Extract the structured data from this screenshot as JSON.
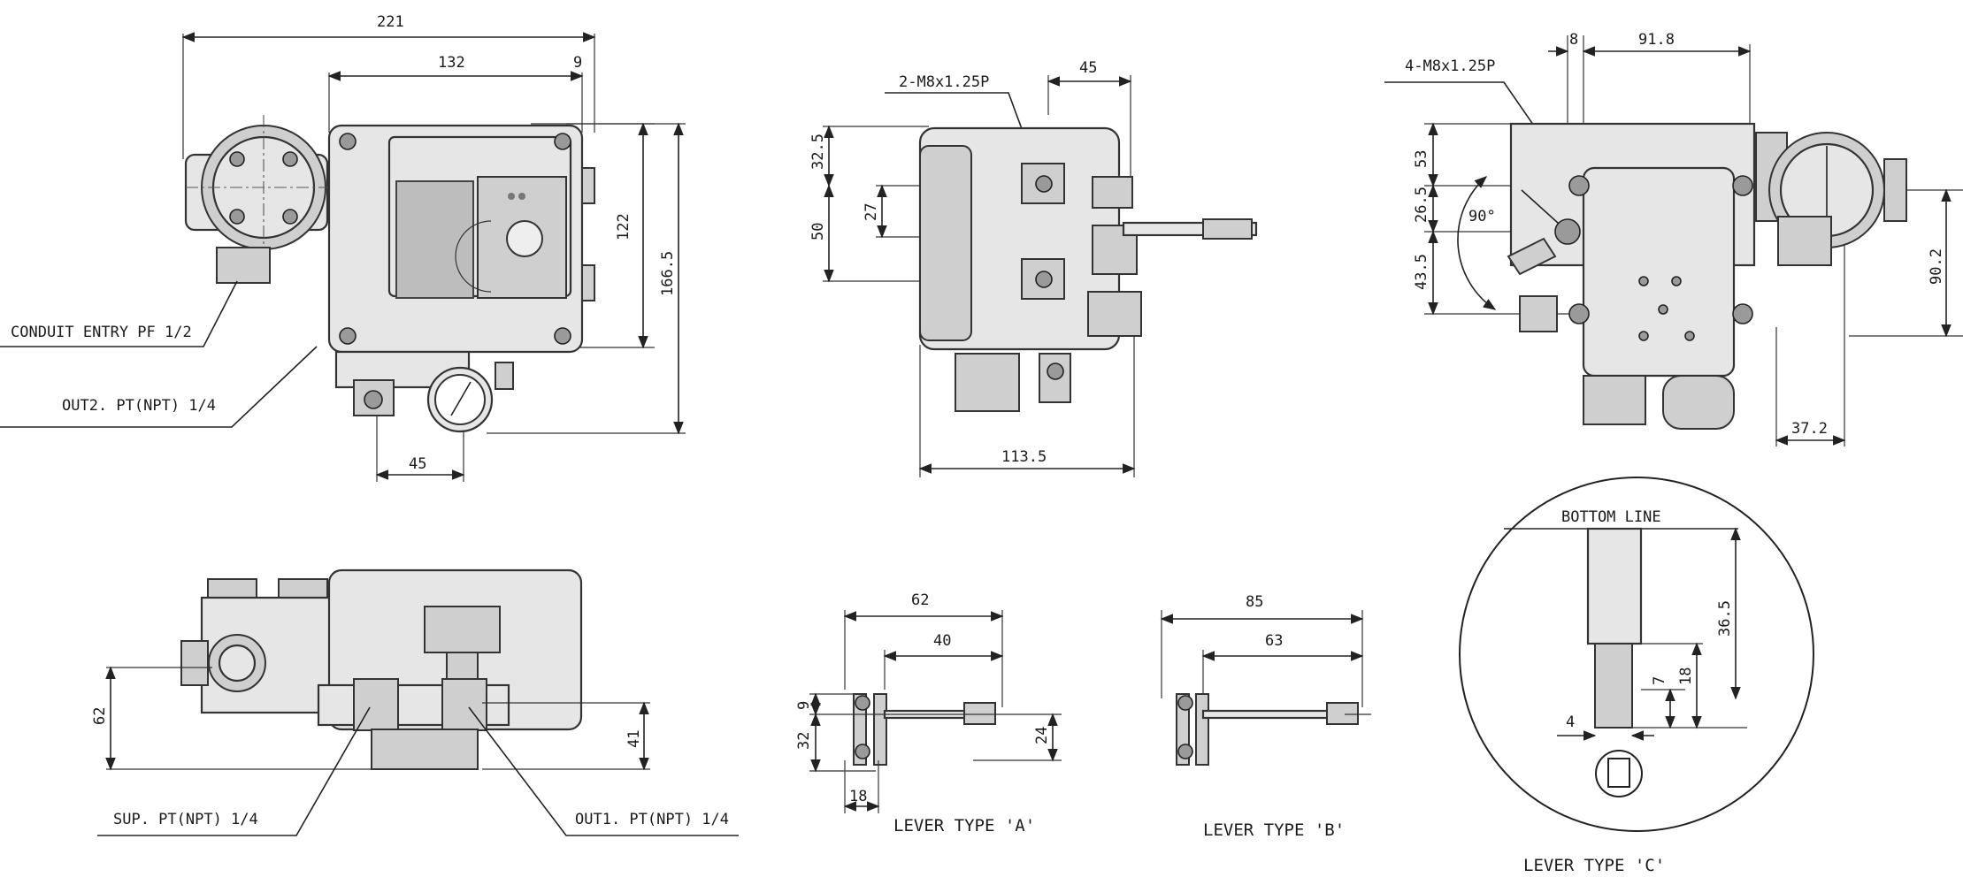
{
  "labels": {
    "conduit": "CONDUIT ENTRY PF 1/2",
    "out2": "OUT2. PT(NPT) 1/4",
    "sup": "SUP. PT(NPT) 1/4",
    "out1": "OUT1. PT(NPT) 1/4",
    "m8_side": "2-M8x1.25P",
    "m8_back": "4-M8x1.25P",
    "bottom_line": "BOTTOM LINE",
    "angle": "90°",
    "lever_a": "LEVER TYPE 'A'",
    "lever_b": "LEVER TYPE 'B'",
    "lever_c": "LEVER TYPE 'C'"
  },
  "front": {
    "d221": "221",
    "d132": "132",
    "d9": "9",
    "d122": "122",
    "d166": "166.5",
    "d45": "45"
  },
  "side": {
    "d45": "45",
    "d32": "32.5",
    "d27": "27",
    "d50": "50",
    "d113": "113.5"
  },
  "back": {
    "d8": "8",
    "d91": "91.8",
    "d53": "53",
    "d26": "26.5",
    "d43": "43.5",
    "d90": "90.2",
    "d37": "37.2"
  },
  "bottom": {
    "d62": "62",
    "d41": "41"
  },
  "lever_a": {
    "d62": "62",
    "d40": "40",
    "d9": "9",
    "d32": "32",
    "d24": "24",
    "d18": "18"
  },
  "lever_b": {
    "d85": "85",
    "d63": "63"
  },
  "lever_c": {
    "d36": "36.5",
    "d18": "18",
    "d7": "7",
    "d4": "4"
  }
}
